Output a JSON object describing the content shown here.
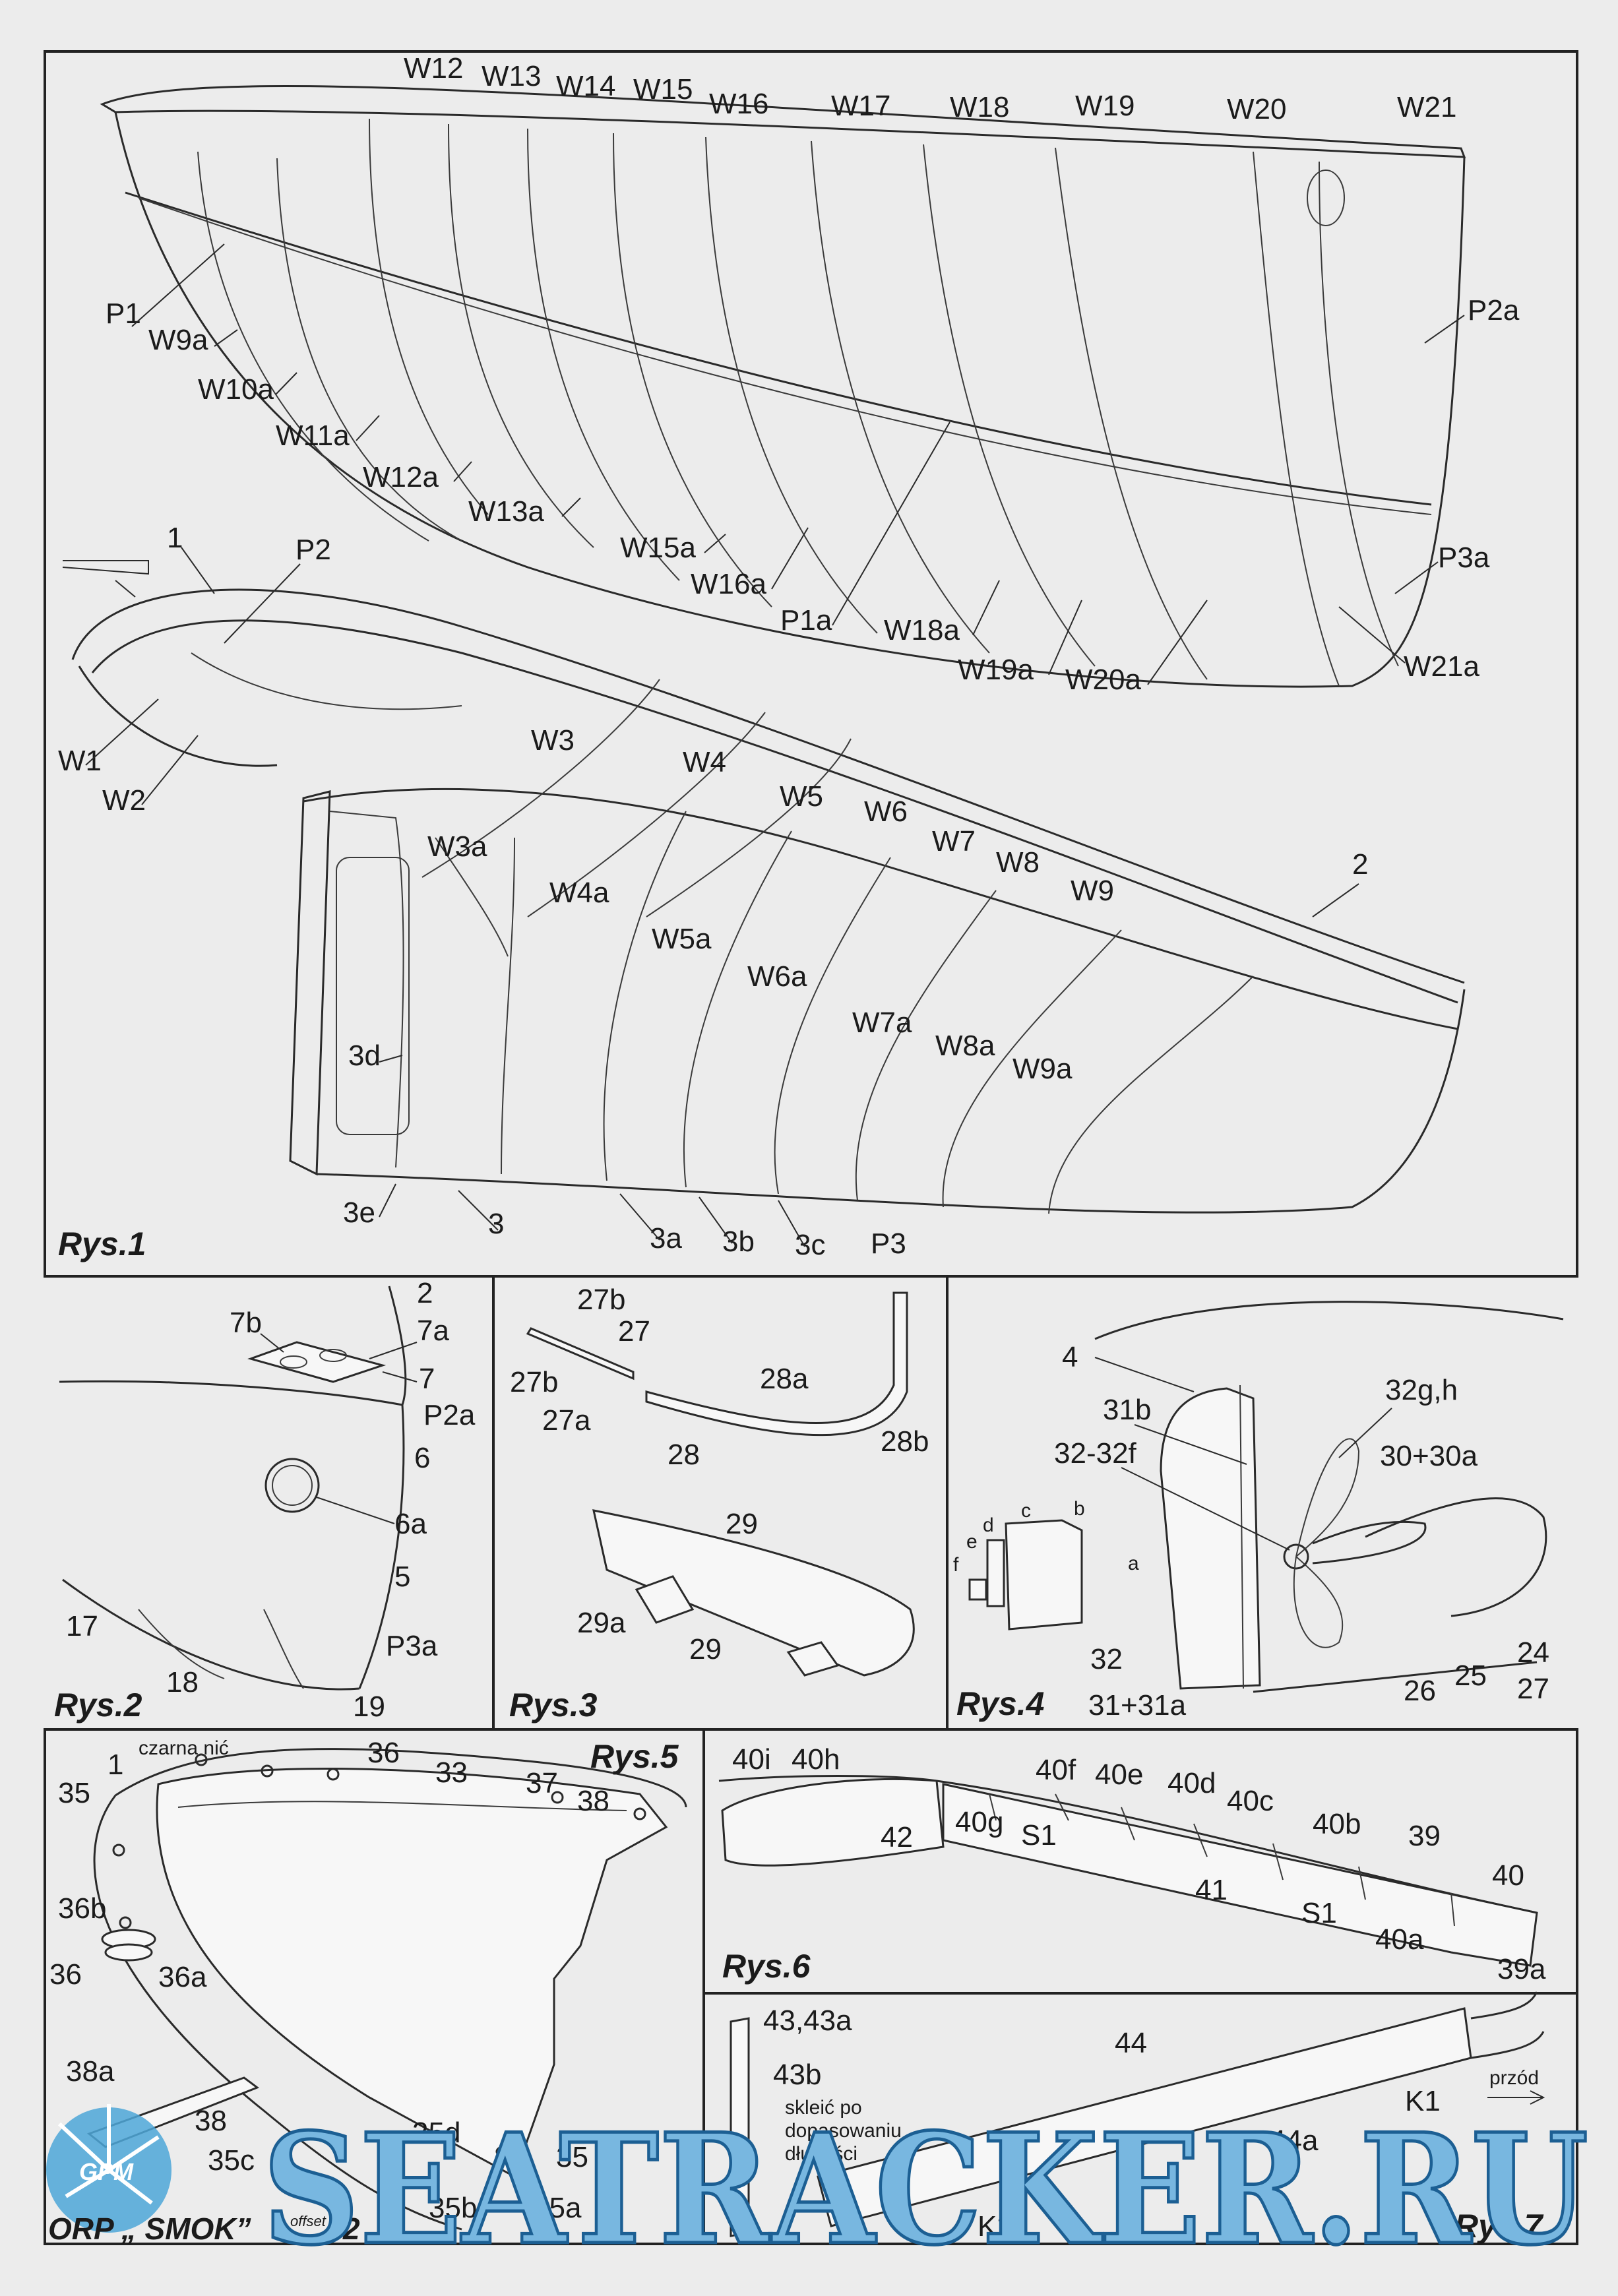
{
  "rys1": {
    "title": "Rys.1",
    "stern_labels": [
      "W12",
      "W13",
      "W14",
      "W15",
      "W16",
      "W17",
      "W18",
      "W19",
      "W20",
      "W21"
    ],
    "stern_left_labels": [
      "P1",
      "W9a",
      "W10a",
      "W11a",
      "W12a",
      "W13a",
      "W15a",
      "W16a",
      "P1a",
      "W18a",
      "W19a",
      "W20a",
      "W21a"
    ],
    "stern_right_labels": [
      "P2a",
      "P3a"
    ],
    "bow_labels": [
      "1",
      "P2",
      "W1",
      "W2",
      "W3",
      "W3a",
      "W4",
      "W4a",
      "W5",
      "W5a",
      "W6",
      "W6a",
      "W7",
      "W7a",
      "W8",
      "W8a",
      "W9",
      "W9a",
      "2",
      "3d",
      "3e",
      "3",
      "3a",
      "3b",
      "3c",
      "P3"
    ]
  },
  "rys2": {
    "title": "Rys.2",
    "labels": [
      "2",
      "7b",
      "7a",
      "7",
      "P2a",
      "6",
      "6a",
      "5",
      "17",
      "18",
      "P3a",
      "19"
    ]
  },
  "rys3": {
    "title": "Rys.3",
    "labels": [
      "27b",
      "27",
      "27b",
      "27a",
      "28a",
      "28",
      "28b",
      "29",
      "29a",
      "29"
    ]
  },
  "rys4": {
    "title": "Rys.4",
    "labels": [
      "4",
      "31b",
      "32g,h",
      "32-32f",
      "30+30a",
      "c",
      "b",
      "d",
      "e",
      "f",
      "a",
      "32",
      "31+31a",
      "26",
      "25",
      "24",
      "27"
    ]
  },
  "rys5": {
    "title": "Rys.5",
    "labels": [
      "1",
      "czarna nić",
      "36",
      "33",
      "37",
      "38",
      "35",
      "36b",
      "36",
      "36a",
      "38a",
      "38",
      "35d",
      "35c",
      "35",
      "35a",
      "35b"
    ]
  },
  "rys6": {
    "title": "Rys.6",
    "labels": [
      "40i",
      "40h",
      "40f",
      "40e",
      "40d",
      "40c",
      "40g",
      "S1",
      "42",
      "40b",
      "39",
      "41",
      "S1",
      "40",
      "40a",
      "39a"
    ]
  },
  "rys7": {
    "title": "Rys.7",
    "labels": [
      "43,43a",
      "43b",
      "44",
      "przód",
      "K1",
      "44a",
      "K2"
    ],
    "note_lines": [
      "skleić po",
      "dopasowaniu",
      "długości"
    ]
  },
  "footer": {
    "brand": "GPM",
    "ship": "ORP „ SMOK”",
    "edition": "offset",
    "page": "2"
  },
  "watermark": {
    "text": "SEATRACKER.RU"
  }
}
